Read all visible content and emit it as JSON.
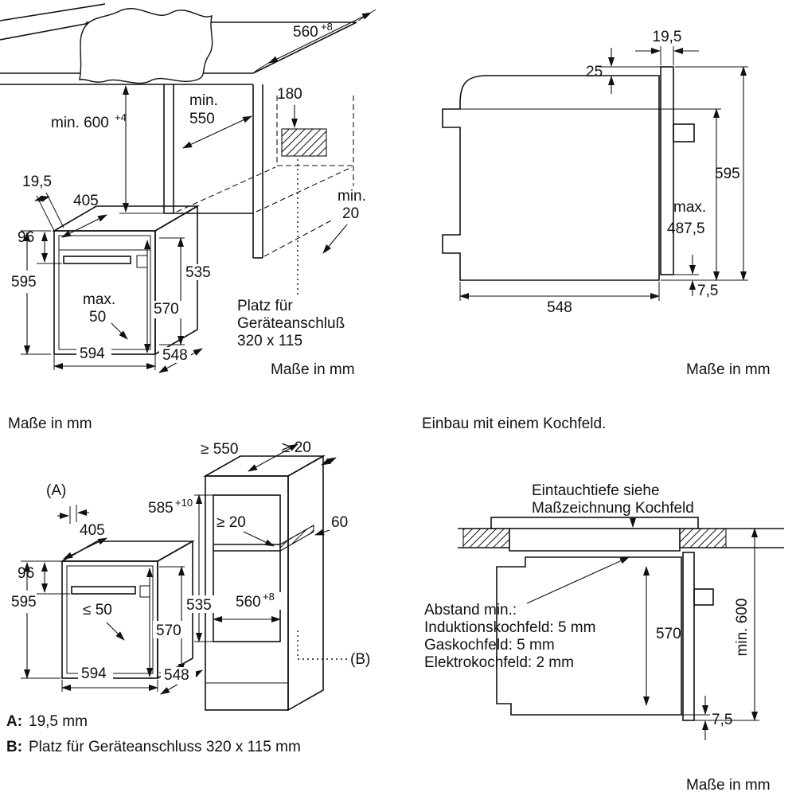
{
  "page": {
    "background": "#ffffff",
    "ink": "#111111"
  },
  "tl": {
    "w560": "560",
    "w560_sup": "+8",
    "h600": "min. 600",
    "h600_sup": "+4",
    "d550_1": "min.",
    "d550_2": "550",
    "d180": "180",
    "g20_1": "min.",
    "g20_2": "20",
    "t195": "19,5",
    "w405": "405",
    "h96": "96",
    "h595": "595",
    "m50_1": "max.",
    "m50_2": "50",
    "h535": "535",
    "d570": "570",
    "w594": "594",
    "d548": "548",
    "note1": "Platz für",
    "note2": "Geräteanschluß",
    "note3": "320 x 115",
    "caption": "Maße in mm"
  },
  "tr": {
    "t195": "19,5",
    "t25": "25",
    "h595": "595",
    "m487_1": "max.",
    "m487_2": "487,5",
    "b75": "7,5",
    "d548": "548",
    "caption": "Maße in mm"
  },
  "mid": {
    "caption": "Maße in mm",
    "title": "Einbau mit einem Kochfeld."
  },
  "bl": {
    "d550": "≥ 550",
    "g20a": "≥ 20",
    "amark": "(A)",
    "h585": "585",
    "h585_sup": "+10",
    "g20b": "≥ 20",
    "v60": "60",
    "w405": "405",
    "h96": "96",
    "h595": "595",
    "le50": "≤ 50",
    "d570": "570",
    "h535": "535",
    "w560": "560",
    "w560_sup": "+8",
    "bmark": "(B)",
    "w594": "594",
    "d548": "548",
    "note_a_label": "A:",
    "note_a": "19,5 mm",
    "note_b_label": "B:",
    "note_b": "Platz für Geräteanschluss 320 x 115 mm"
  },
  "br": {
    "callout1": "Eintauchtiefe siehe",
    "callout2": "Maßzeichnung Kochfeld",
    "cl1": "Abstand min.:",
    "cl2": "Induktionskochfeld: 5 mm",
    "cl3": "Gaskochfeld: 5 mm",
    "cl4": "Elektrokochfeld: 2 mm",
    "d570": "570",
    "h600": "min. 600",
    "b75": "7,5",
    "caption": "Maße in mm"
  }
}
